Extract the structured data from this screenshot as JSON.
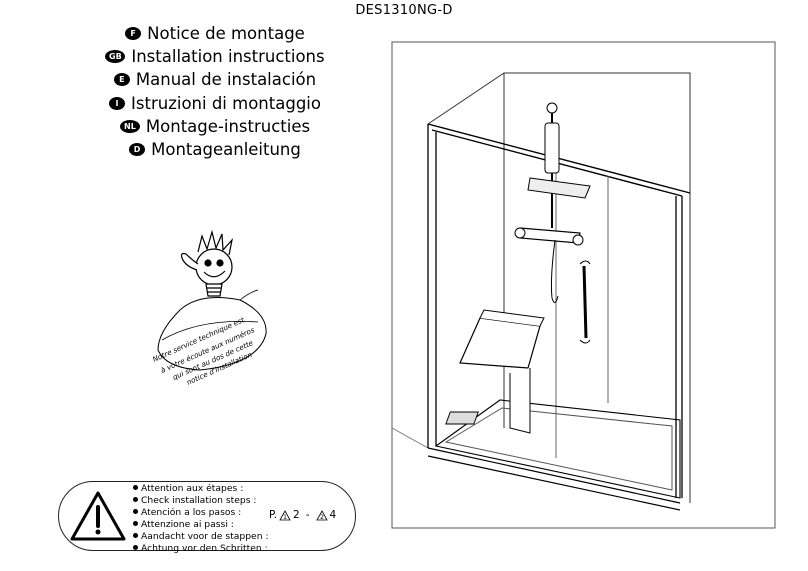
{
  "header": {
    "model": "DES1310NG-D"
  },
  "languages": [
    {
      "code": "F",
      "label": "Notice de montage"
    },
    {
      "code": "GB",
      "label": "Installation instructions"
    },
    {
      "code": "E",
      "label": "Manual de instalación"
    },
    {
      "code": "I",
      "label": "Istruzioni di montaggio"
    },
    {
      "code": "NL",
      "label": "Montage-instructies"
    },
    {
      "code": "D",
      "label": "Montageanleitung"
    }
  ],
  "mascot": {
    "lines": [
      "Notre service technique est",
      "à votre écoute aux numéros",
      "qui sont au dos de cette",
      "notice d'installation"
    ]
  },
  "warning": {
    "icon": "warning-triangle-icon",
    "steps": [
      "Attention aux étapes :",
      "Check installation steps :",
      "Atención a los pasos :",
      "Attenzione ai passi :",
      "Aandacht voor de stappen :",
      "Achtung vor den Schritten :"
    ],
    "page_prefix": "P.",
    "marker1_small": "1",
    "marker1_num": "2",
    "separator": "-",
    "marker2_small": "2",
    "marker2_num": "4"
  }
}
